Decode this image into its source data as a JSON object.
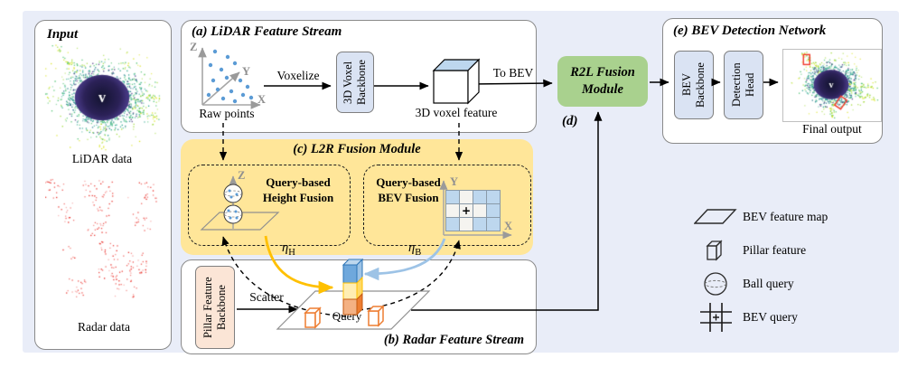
{
  "figure": {
    "background_color": "#e9edf8"
  },
  "input_panel": {
    "title": "Input",
    "lidar_label": "LiDAR data",
    "radar_label": "Radar data"
  },
  "lidar_stream": {
    "title": "(a) LiDAR Feature Stream",
    "axes": {
      "x": "X",
      "y": "Y",
      "z": "Z"
    },
    "raw_points_label": "Raw points",
    "voxelize_label": "Voxelize",
    "backbone_label": "3D Voxel Backbone",
    "voxel_feature_label": "3D voxel feature",
    "to_bev_label": "To BEV"
  },
  "r2l_module": {
    "label": "R2L Fusion Module",
    "color": "#a9d18e"
  },
  "d_label": "(d)",
  "bev_network": {
    "title": "(e) BEV Detection Network",
    "backbone_label": "BEV Backbone",
    "head_label": "Detection Head",
    "output_label": "Final output"
  },
  "l2r_module": {
    "title": "(c) L2R Fusion Module",
    "color": "#ffe699",
    "height_fusion": {
      "label": "Query-based Height Fusion",
      "axis_z": "Z"
    },
    "bev_fusion": {
      "label": "Query-based BEV Fusion",
      "axis_x": "X",
      "axis_y": "Y",
      "grid": {
        "rows": [
          [
            "b",
            "w",
            "b",
            "b"
          ],
          [
            "w",
            "q",
            "w",
            "b"
          ],
          [
            "b",
            "w",
            "b",
            "b"
          ]
        ],
        "query_symbol": "+",
        "blue": "#bdd7ee",
        "white": "#f5f4f0"
      }
    },
    "eta_height": {
      "symbol": "η",
      "sub": "H"
    },
    "eta_bev": {
      "symbol": "η",
      "sub": "B"
    }
  },
  "radar_stream": {
    "title": "(b) Radar Feature Stream",
    "backbone_label": "Pillar Feature Backbone",
    "scatter_label": "Scatter",
    "query_label": "Query"
  },
  "legend": {
    "items": [
      {
        "icon": "bev-feature-map-icon",
        "label": "BEV feature map"
      },
      {
        "icon": "pillar-feature-icon",
        "label": "Pillar feature"
      },
      {
        "icon": "ball-query-icon",
        "label": "Ball query"
      },
      {
        "icon": "bev-query-icon",
        "label": "BEV query"
      }
    ]
  }
}
